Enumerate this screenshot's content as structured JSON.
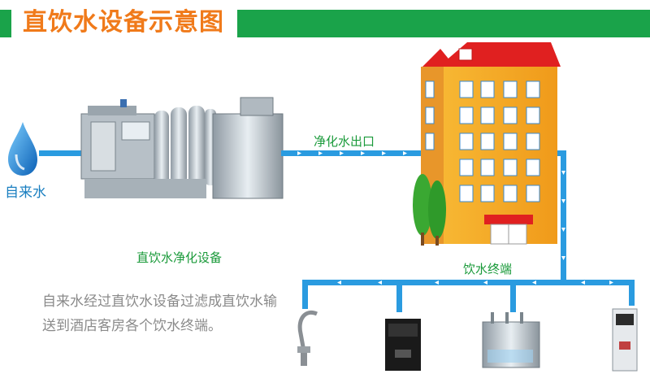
{
  "title": "直饮水设备示意图",
  "labels": {
    "source": "自来水",
    "outlet": "净化水出口",
    "equipment": "直饮水净化设备",
    "terminals": "饮水终端"
  },
  "description": "自来水经过直饮水设备过滤成直饮水输送到酒店客房各个饮水终端。",
  "colors": {
    "brand_green": "#1aa34a",
    "title_orange": "#f07a1a",
    "pipe_blue": "#2a9be0",
    "building_orange": "#f5a623",
    "roof_red": "#e02020",
    "label_green": "#1a9a3a",
    "water_blue": "#1a7fc0"
  }
}
